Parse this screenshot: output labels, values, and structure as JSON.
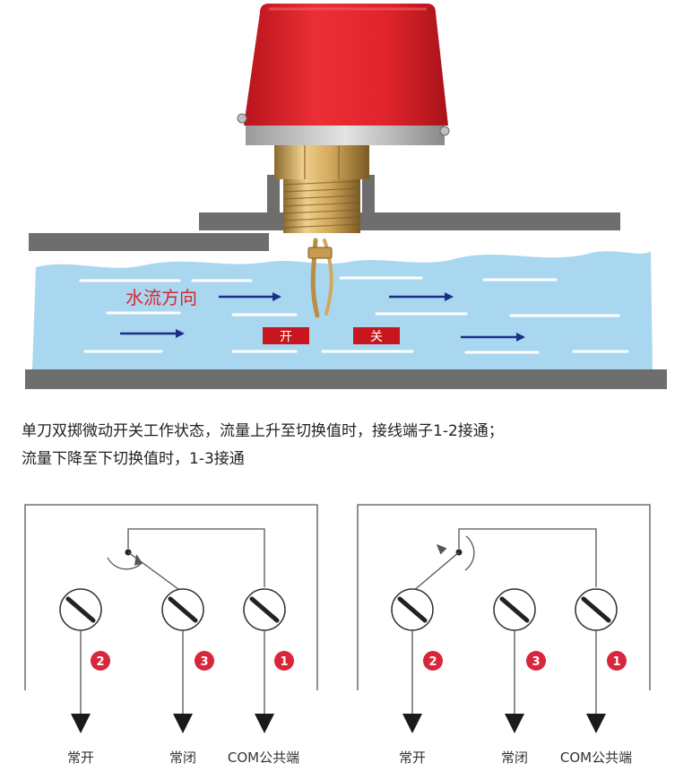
{
  "product": {
    "flow_direction_label": "水流方向",
    "state_label_open": "开",
    "state_label_close": "关"
  },
  "description": {
    "line1": "单刀双掷微动开关工作状态，流量上升至切换值时，接线端子1-2接通；",
    "line2": "流量下降至下切换值时，1-3接通"
  },
  "wiring_diagrams": [
    {
      "terminals": [
        {
          "number": "2",
          "label": "常开"
        },
        {
          "number": "3",
          "label": "常闭"
        },
        {
          "number": "1",
          "label": "COM公共端"
        }
      ]
    },
    {
      "terminals": [
        {
          "number": "2",
          "label": "常开"
        },
        {
          "number": "3",
          "label": "常闭"
        },
        {
          "number": "1",
          "label": "COM公共端"
        }
      ]
    }
  ],
  "colors": {
    "cap_red": "#e0242b",
    "water": "#a9d7f0",
    "pipe": "#6e6e6e",
    "arrow": "#1b2f8a",
    "text_red": "#d8262d",
    "badge_red": "#d8263b",
    "brass": "#d2a85c"
  }
}
